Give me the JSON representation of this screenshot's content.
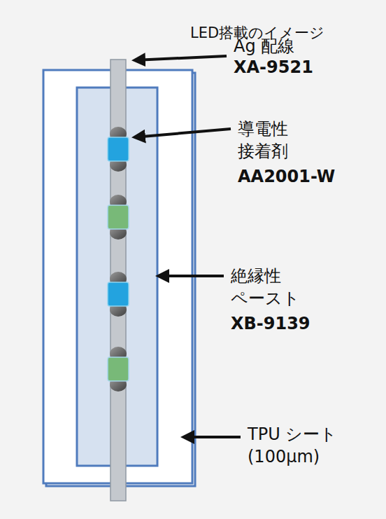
{
  "diagram": {
    "title": "LED搭載のイメージ",
    "labels": [
      "Ag 配線",
      "XA-9521",
      "導電性 接着剤",
      "AA2001-W",
      "絶縁性 ペースト",
      "XB-9139",
      "TPU シート (100μm)"
    ]
  }
}
